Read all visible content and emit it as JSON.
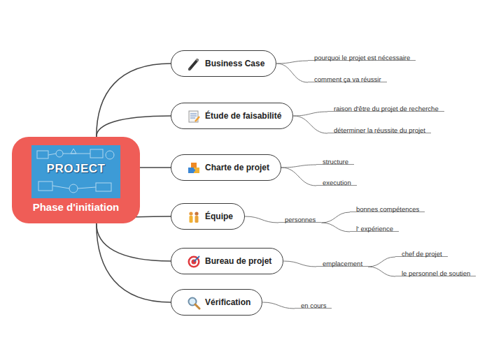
{
  "diagram": {
    "nodes": [
      {
        "text": [
          "Phase d'initiation"
        ]
      },
      {
        "text": [
          "Business Case"
        ]
      },
      {
        "text": [
          "pourquoi le projet est nécessaire"
        ]
      },
      {
        "text": [
          "comment ça va réussir"
        ]
      },
      {
        "text": [
          "Étude de faisabilité"
        ]
      },
      {
        "text": [
          "raison d'être du projet de recherche"
        ]
      },
      {
        "text": [
          "déterminer la réussite du projet"
        ]
      },
      {
        "text": [
          "Charte de projet"
        ]
      },
      {
        "text": [
          "structure"
        ]
      },
      {
        "text": [
          "execution"
        ]
      },
      {
        "text": [
          "Équipe"
        ]
      },
      {
        "text": [
          "personnes"
        ]
      },
      {
        "text": [
          "bonnes compétences"
        ]
      },
      {
        "text": [
          "l' expérience"
        ]
      },
      {
        "text": [
          "Bureau de projet"
        ]
      },
      {
        "text": [
          "emplacement"
        ]
      },
      {
        "text": [
          "chef de projet"
        ]
      },
      {
        "text": [
          "le personnel de soutien"
        ]
      },
      {
        "text": [
          "Vérification"
        ]
      },
      {
        "text": [
          "en cours"
        ]
      }
    ],
    "edges": [
      {
        "from": 0,
        "to": 1,
        "arrow": "none"
      },
      {
        "from": 0,
        "to": 4,
        "arrow": "none"
      },
      {
        "from": 0,
        "to": 7,
        "arrow": "none"
      },
      {
        "from": 0,
        "to": 10,
        "arrow": "none"
      },
      {
        "from": 0,
        "to": 14,
        "arrow": "none"
      },
      {
        "from": 0,
        "to": 18,
        "arrow": "none"
      },
      {
        "from": 1,
        "to": 2,
        "arrow": "none"
      },
      {
        "from": 1,
        "to": 3,
        "arrow": "none"
      },
      {
        "from": 4,
        "to": 5,
        "arrow": "none"
      },
      {
        "from": 4,
        "to": 6,
        "arrow": "none"
      },
      {
        "from": 7,
        "to": 8,
        "arrow": "none"
      },
      {
        "from": 7,
        "to": 9,
        "arrow": "none"
      },
      {
        "from": 10,
        "to": 11,
        "arrow": "none"
      },
      {
        "from": 11,
        "to": 12,
        "arrow": "none"
      },
      {
        "from": 11,
        "to": 13,
        "arrow": "none"
      },
      {
        "from": 14,
        "to": 15,
        "arrow": "none"
      },
      {
        "from": 15,
        "to": 16,
        "arrow": "none"
      },
      {
        "from": 15,
        "to": 17,
        "arrow": "none"
      },
      {
        "from": 18,
        "to": 19,
        "arrow": "none"
      }
    ],
    "labels": [
      "PROJECT"
    ]
  }
}
